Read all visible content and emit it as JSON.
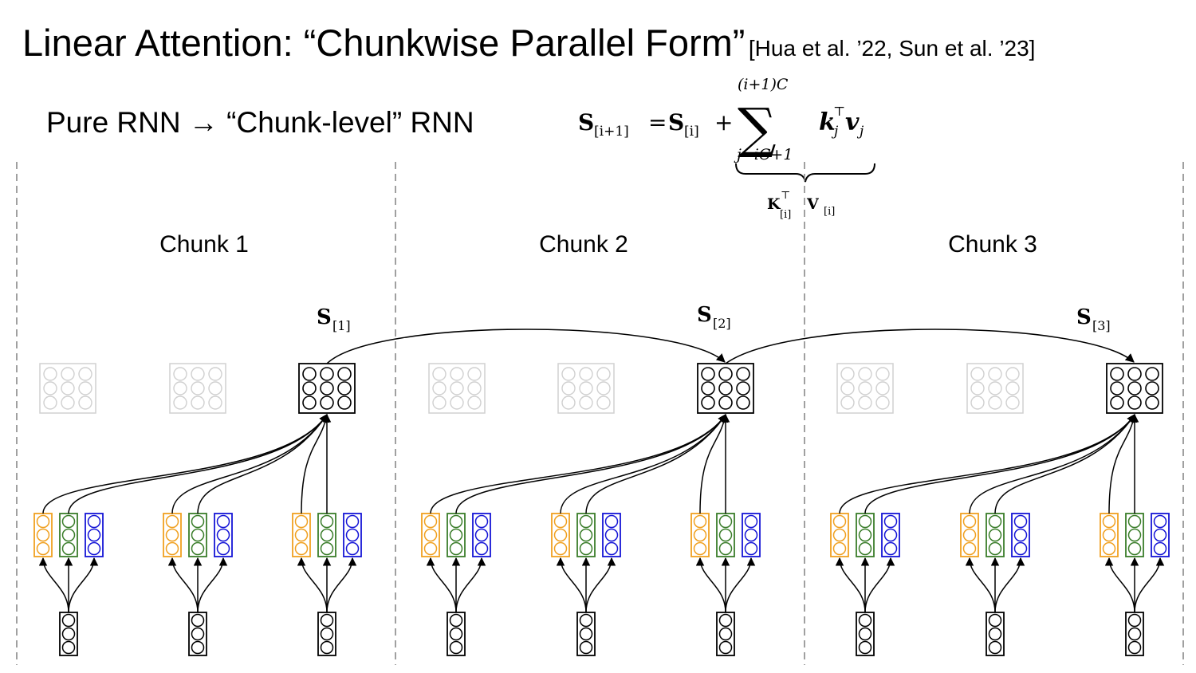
{
  "title": "Linear Attention: “Chunkwise Parallel Form”",
  "citation": "[Hua et al. ’22, Sun et al. ’23]",
  "subtitle": "Pure RNN → “Chunk-level” RNN",
  "chunks": [
    {
      "label": "Chunk 1",
      "state_label": "S",
      "state_sub": "[1]"
    },
    {
      "label": "Chunk 2",
      "state_label": "S",
      "state_sub": "[2]"
    },
    {
      "label": "Chunk 3",
      "state_label": "S",
      "state_sub": "[3]"
    }
  ],
  "formula": {
    "lhs_S": "S",
    "lhs_sub": "[i+1]",
    "rhs_S": "S",
    "rhs_sub": "[i]",
    "sum_upper": "(i+1)C",
    "sum_lower": "j=iC+1",
    "term_k": "k",
    "term_k_sub": "j",
    "term_v": "v",
    "term_v_sub": "j",
    "transpose": "⊤",
    "brace_K": "K",
    "brace_K_sub": "[i]",
    "brace_V": "V",
    "brace_V_sub": "[i]"
  },
  "colors": {
    "key": "#f0a020",
    "value": "#3a7d2a",
    "query": "#1515d6",
    "faded": "#d0d0d0"
  }
}
